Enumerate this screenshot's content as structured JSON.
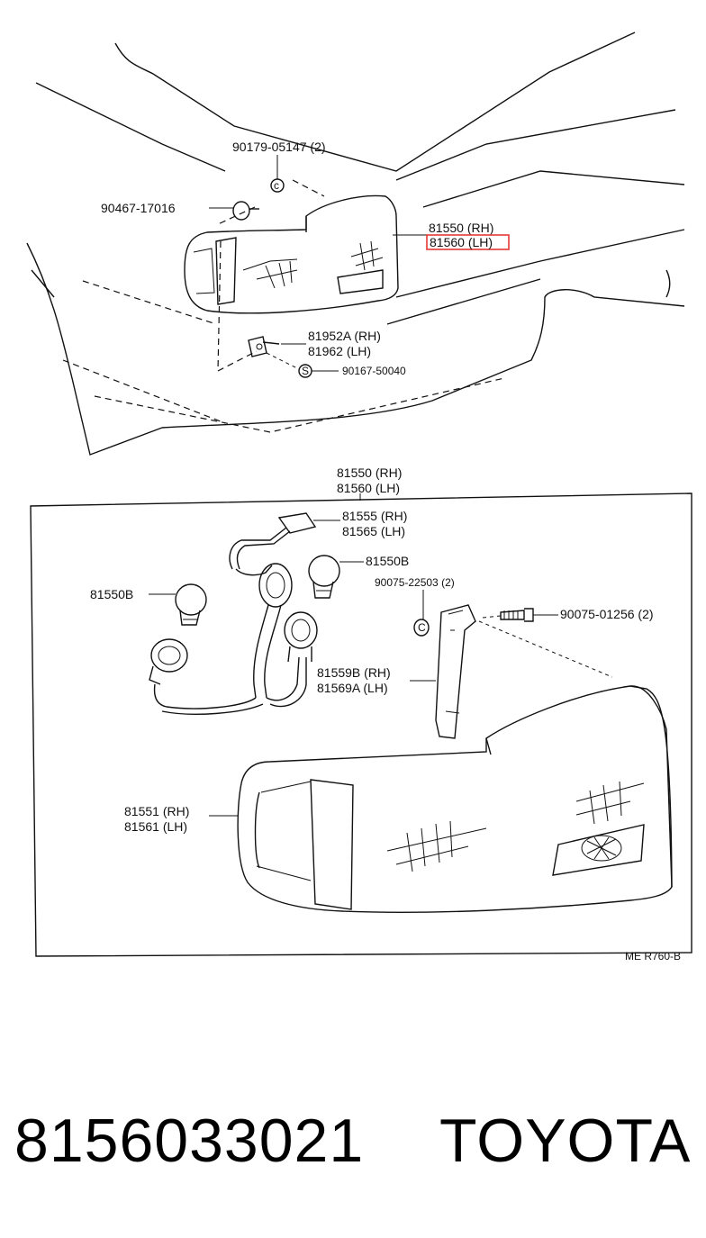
{
  "top_labels": {
    "l90179": "90179-05147 (2)",
    "l90467": "90467-17016",
    "l81550_rh": "81550 (RH)",
    "l81560_lh": "81560 (LH)",
    "l81952a": "81952A (RH)",
    "l81962": "81962 (LH)",
    "l90167": "90167-50040",
    "s_mark": "S"
  },
  "bottom_labels": {
    "box_rh": "81550 (RH)",
    "box_lh": "81560 (LH)",
    "l81555": "81555 (RH)",
    "l81565": "81565 (LH)",
    "l81550b_right": "81550B",
    "l81550b_left": "81550B",
    "l90075_22503": "90075-22503 (2)",
    "c_mark": "C",
    "l90075_01256": "90075-01256 (2)",
    "l81559b": "81559B (RH)",
    "l81569a": "81569A (LH)",
    "l81551": "81551 (RH)",
    "l81561": "81561 (LH)",
    "ref_code": "ME R760-B"
  },
  "footer": {
    "part_number": "8156033021",
    "brand": "TOYOTA"
  },
  "colors": {
    "highlight": "#e53935",
    "ink": "#111111"
  }
}
